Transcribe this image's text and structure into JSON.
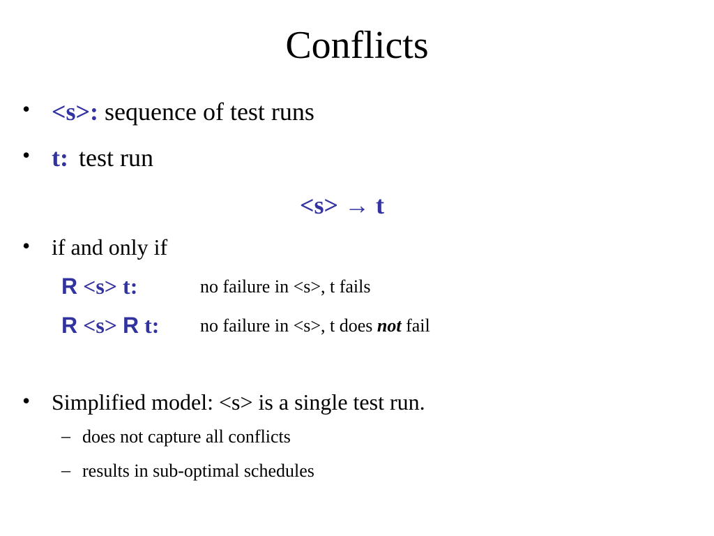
{
  "title": "Conflicts",
  "bullets": {
    "b1": {
      "marker": "•",
      "term": "<s>:",
      "text": "sequence of test runs"
    },
    "b2": {
      "marker": "•",
      "term": "t:",
      "text": "test run"
    },
    "formula": {
      "lhs": "<s>",
      "arrow": "→",
      "rhs": "t"
    },
    "b3": {
      "marker": "•",
      "text": "if and only if"
    },
    "cond1": {
      "r1": "R",
      "mid": "<s> t:",
      "desc": "no failure in <s>, t fails"
    },
    "cond2": {
      "r1": "R",
      "mid": "<s>",
      "r2": "R",
      "end": "t:",
      "desc_pre": "no failure in <s>, t does ",
      "desc_em": "not",
      "desc_post": " fail"
    },
    "b4": {
      "marker": "•",
      "text": "Simplified model: <s> is a single test run."
    },
    "sub1": {
      "marker": "–",
      "text": "does not capture all conflicts"
    },
    "sub2": {
      "marker": "–",
      "text": "results in sub-optimal schedules"
    }
  },
  "colors": {
    "accent": "#3333a0",
    "text": "#000000",
    "background": "#ffffff"
  }
}
